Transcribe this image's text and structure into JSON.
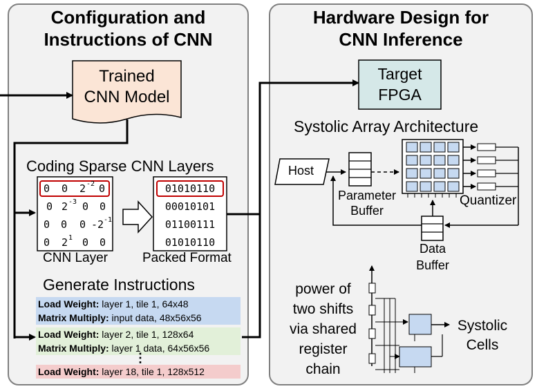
{
  "left_panel": {
    "title_line1": "Configuration and",
    "title_line2": "Instructions of CNN",
    "trained_model_line1": "Trained",
    "trained_model_line2": "CNN Model",
    "coding_title": "Coding Sparse CNN Layers",
    "cnn_layer_rows": [
      [
        "0",
        "0",
        "2",
        "0"
      ],
      [
        "0",
        "2",
        "0",
        "0"
      ],
      [
        "0",
        "0",
        "0",
        "-2"
      ],
      [
        "0",
        "2",
        "0",
        "0"
      ]
    ],
    "cnn_layer_exponents": {
      "r0c2": "-2",
      "r1c1": "-3",
      "r2c3": "-1",
      "r3c1": "1"
    },
    "cnn_layer_caption": "CNN Layer",
    "packed_rows": [
      "01010110",
      "00010101",
      "01100111",
      "01010110"
    ],
    "packed_caption": "Packed Format",
    "generate_title": "Generate Instructions",
    "instructions": [
      {
        "key": "Load Weight:",
        "value": " layer 1, tile 1, 64x48",
        "color": "#c6d9f1"
      },
      {
        "key": "Matrix Multiply:",
        "value": " input data, 48x56x56",
        "color": "#c6d9f1"
      },
      {
        "key": "Load Weight:",
        "value": " layer 2, tile 1, 128x64",
        "color": "#e2f0d9"
      },
      {
        "key": "Matrix Multiply:",
        "value": " layer 1 data, 64x56x56",
        "color": "#e2f0d9"
      },
      {
        "key": "Load Weight:",
        "value": " layer 18, tile 1, 128x512",
        "color": "#f4cccc"
      }
    ],
    "ellipsis": "⋮"
  },
  "right_panel": {
    "title_line1": "Hardware Design for",
    "title_line2": "CNN Inference",
    "fpga_line1": "Target",
    "fpga_line2": "FPGA",
    "systolic_title": "Systolic Array Architecture",
    "host_label": "Host",
    "param_buffer_line1": "Parameter",
    "param_buffer_line2": "Buffer",
    "quantizer_label": "Quantizer",
    "data_buffer_line1": "Data",
    "data_buffer_line2": "Buffer",
    "shift_text_lines": [
      "power of",
      "two shifts",
      "via shared",
      "register",
      "chain"
    ],
    "systolic_cells_line1": "Systolic",
    "systolic_cells_line2": "Cells"
  },
  "colors": {
    "panel_bg": "#f2f2f2",
    "panel_border": "#7f7f7f",
    "trained_model_fill": "#fbe5d6",
    "fpga_fill": "#d5e8e8",
    "cell_fill": "#c6d9f1",
    "highlight_red": "#c00000"
  }
}
